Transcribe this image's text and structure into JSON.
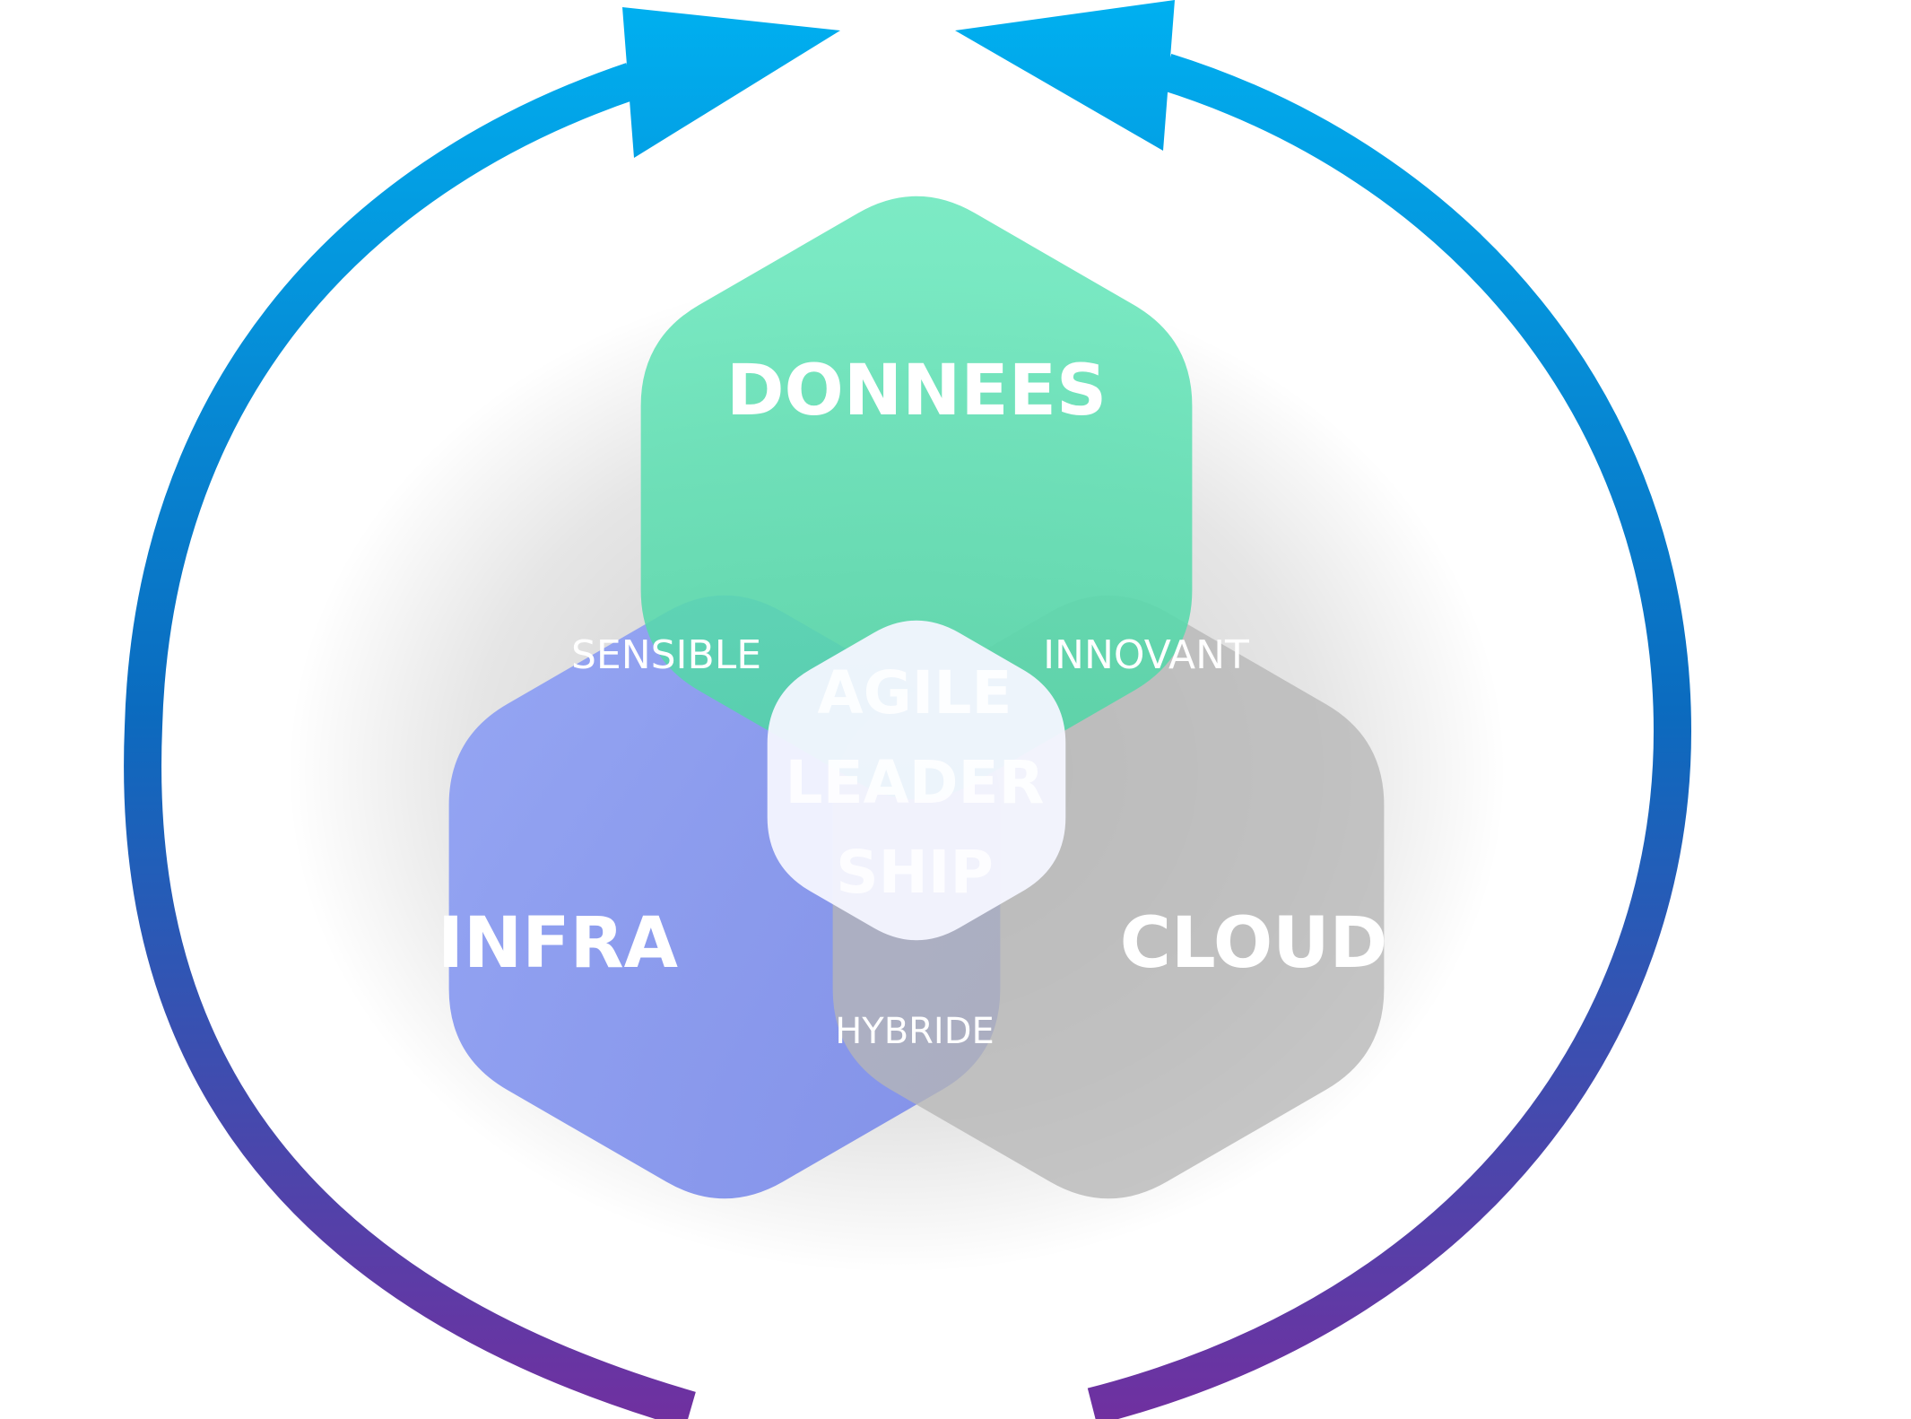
{
  "diagram": {
    "sets": {
      "donnees": "DONNEES",
      "infra": "INFRA",
      "cloud": "CLOUD"
    },
    "intersections": {
      "donnees_infra": "SENSIBLE",
      "donnees_cloud": "INNOVANT",
      "infra_cloud": "HYBRIDE"
    },
    "center": {
      "line1": "AGILE",
      "line2": "LEADER",
      "line3": "SHIP"
    }
  },
  "colors": {
    "donnees": "#5fe3b5",
    "infra": "#7f8ff0",
    "cloud": "#bdbdbd",
    "arrow_top": "#00b0f0",
    "arrow_mid": "#0b6bbf",
    "arrow_bottom": "#7030a0",
    "text": "#ffffff"
  }
}
